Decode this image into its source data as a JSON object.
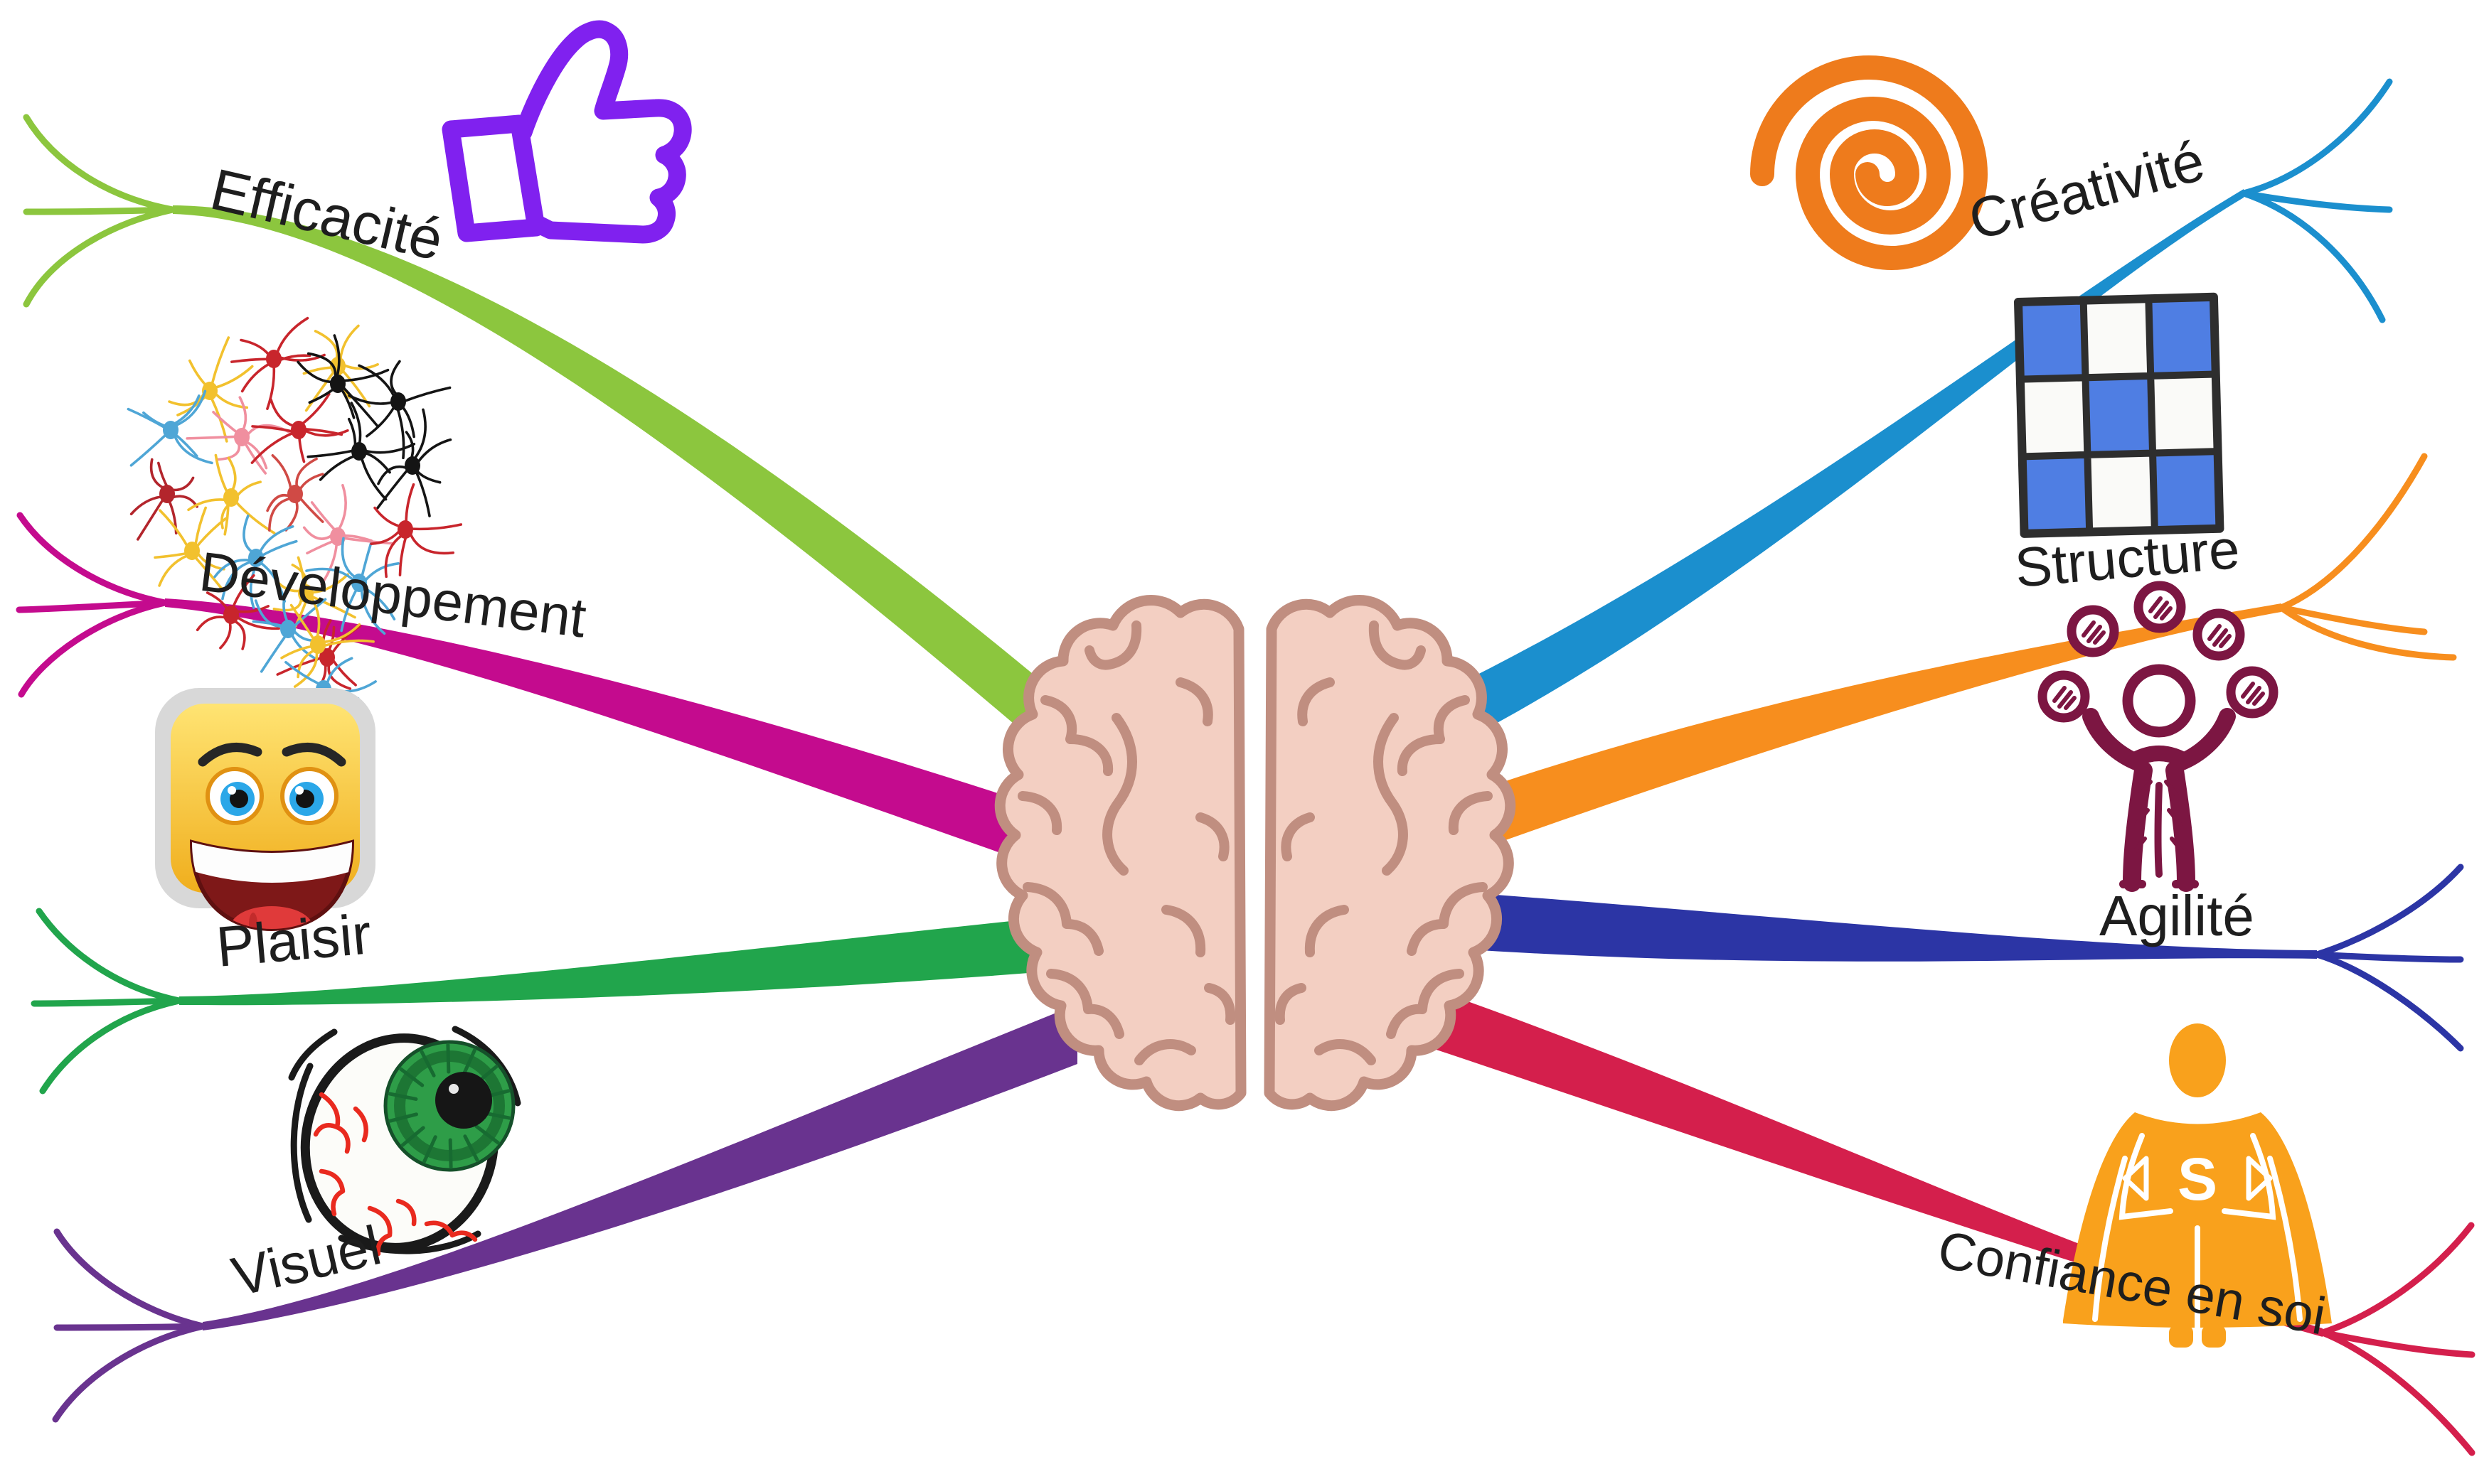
{
  "diagram": {
    "type": "mind-map",
    "center": {
      "icon": "brain-icon",
      "label": ""
    },
    "branches": [
      {
        "id": "efficacite",
        "label": "Efficacité",
        "side": "left",
        "color": "#8CC63E",
        "icon": "thumbs-up-icon"
      },
      {
        "id": "developpement",
        "label": "Développement",
        "side": "left",
        "color": "#C40B8E",
        "icon": "neural-network-icon"
      },
      {
        "id": "plaisir",
        "label": "Plaisir",
        "side": "left",
        "color": "#21A54C",
        "icon": "smiley-icon"
      },
      {
        "id": "visuel",
        "label": "Visuel",
        "side": "left",
        "color": "#69338F",
        "icon": "eye-icon"
      },
      {
        "id": "creativite",
        "label": "Créativité",
        "side": "right",
        "color": "#1B8FCE",
        "icon": "spiral-icon"
      },
      {
        "id": "structure",
        "label": "Structure",
        "side": "right",
        "color": "#F78E1E",
        "icon": "checkerboard-icon"
      },
      {
        "id": "agilite",
        "label": "Agilité",
        "side": "right",
        "color": "#2C35A5",
        "icon": "juggler-icon"
      },
      {
        "id": "confiance",
        "label": "Confiance en soi",
        "side": "right",
        "color": "#D41F4C",
        "icon": "superhero-icon"
      }
    ],
    "superhero_letter": "S",
    "text_color": "#1e1e1e",
    "background_color": "#FFFFFF"
  }
}
